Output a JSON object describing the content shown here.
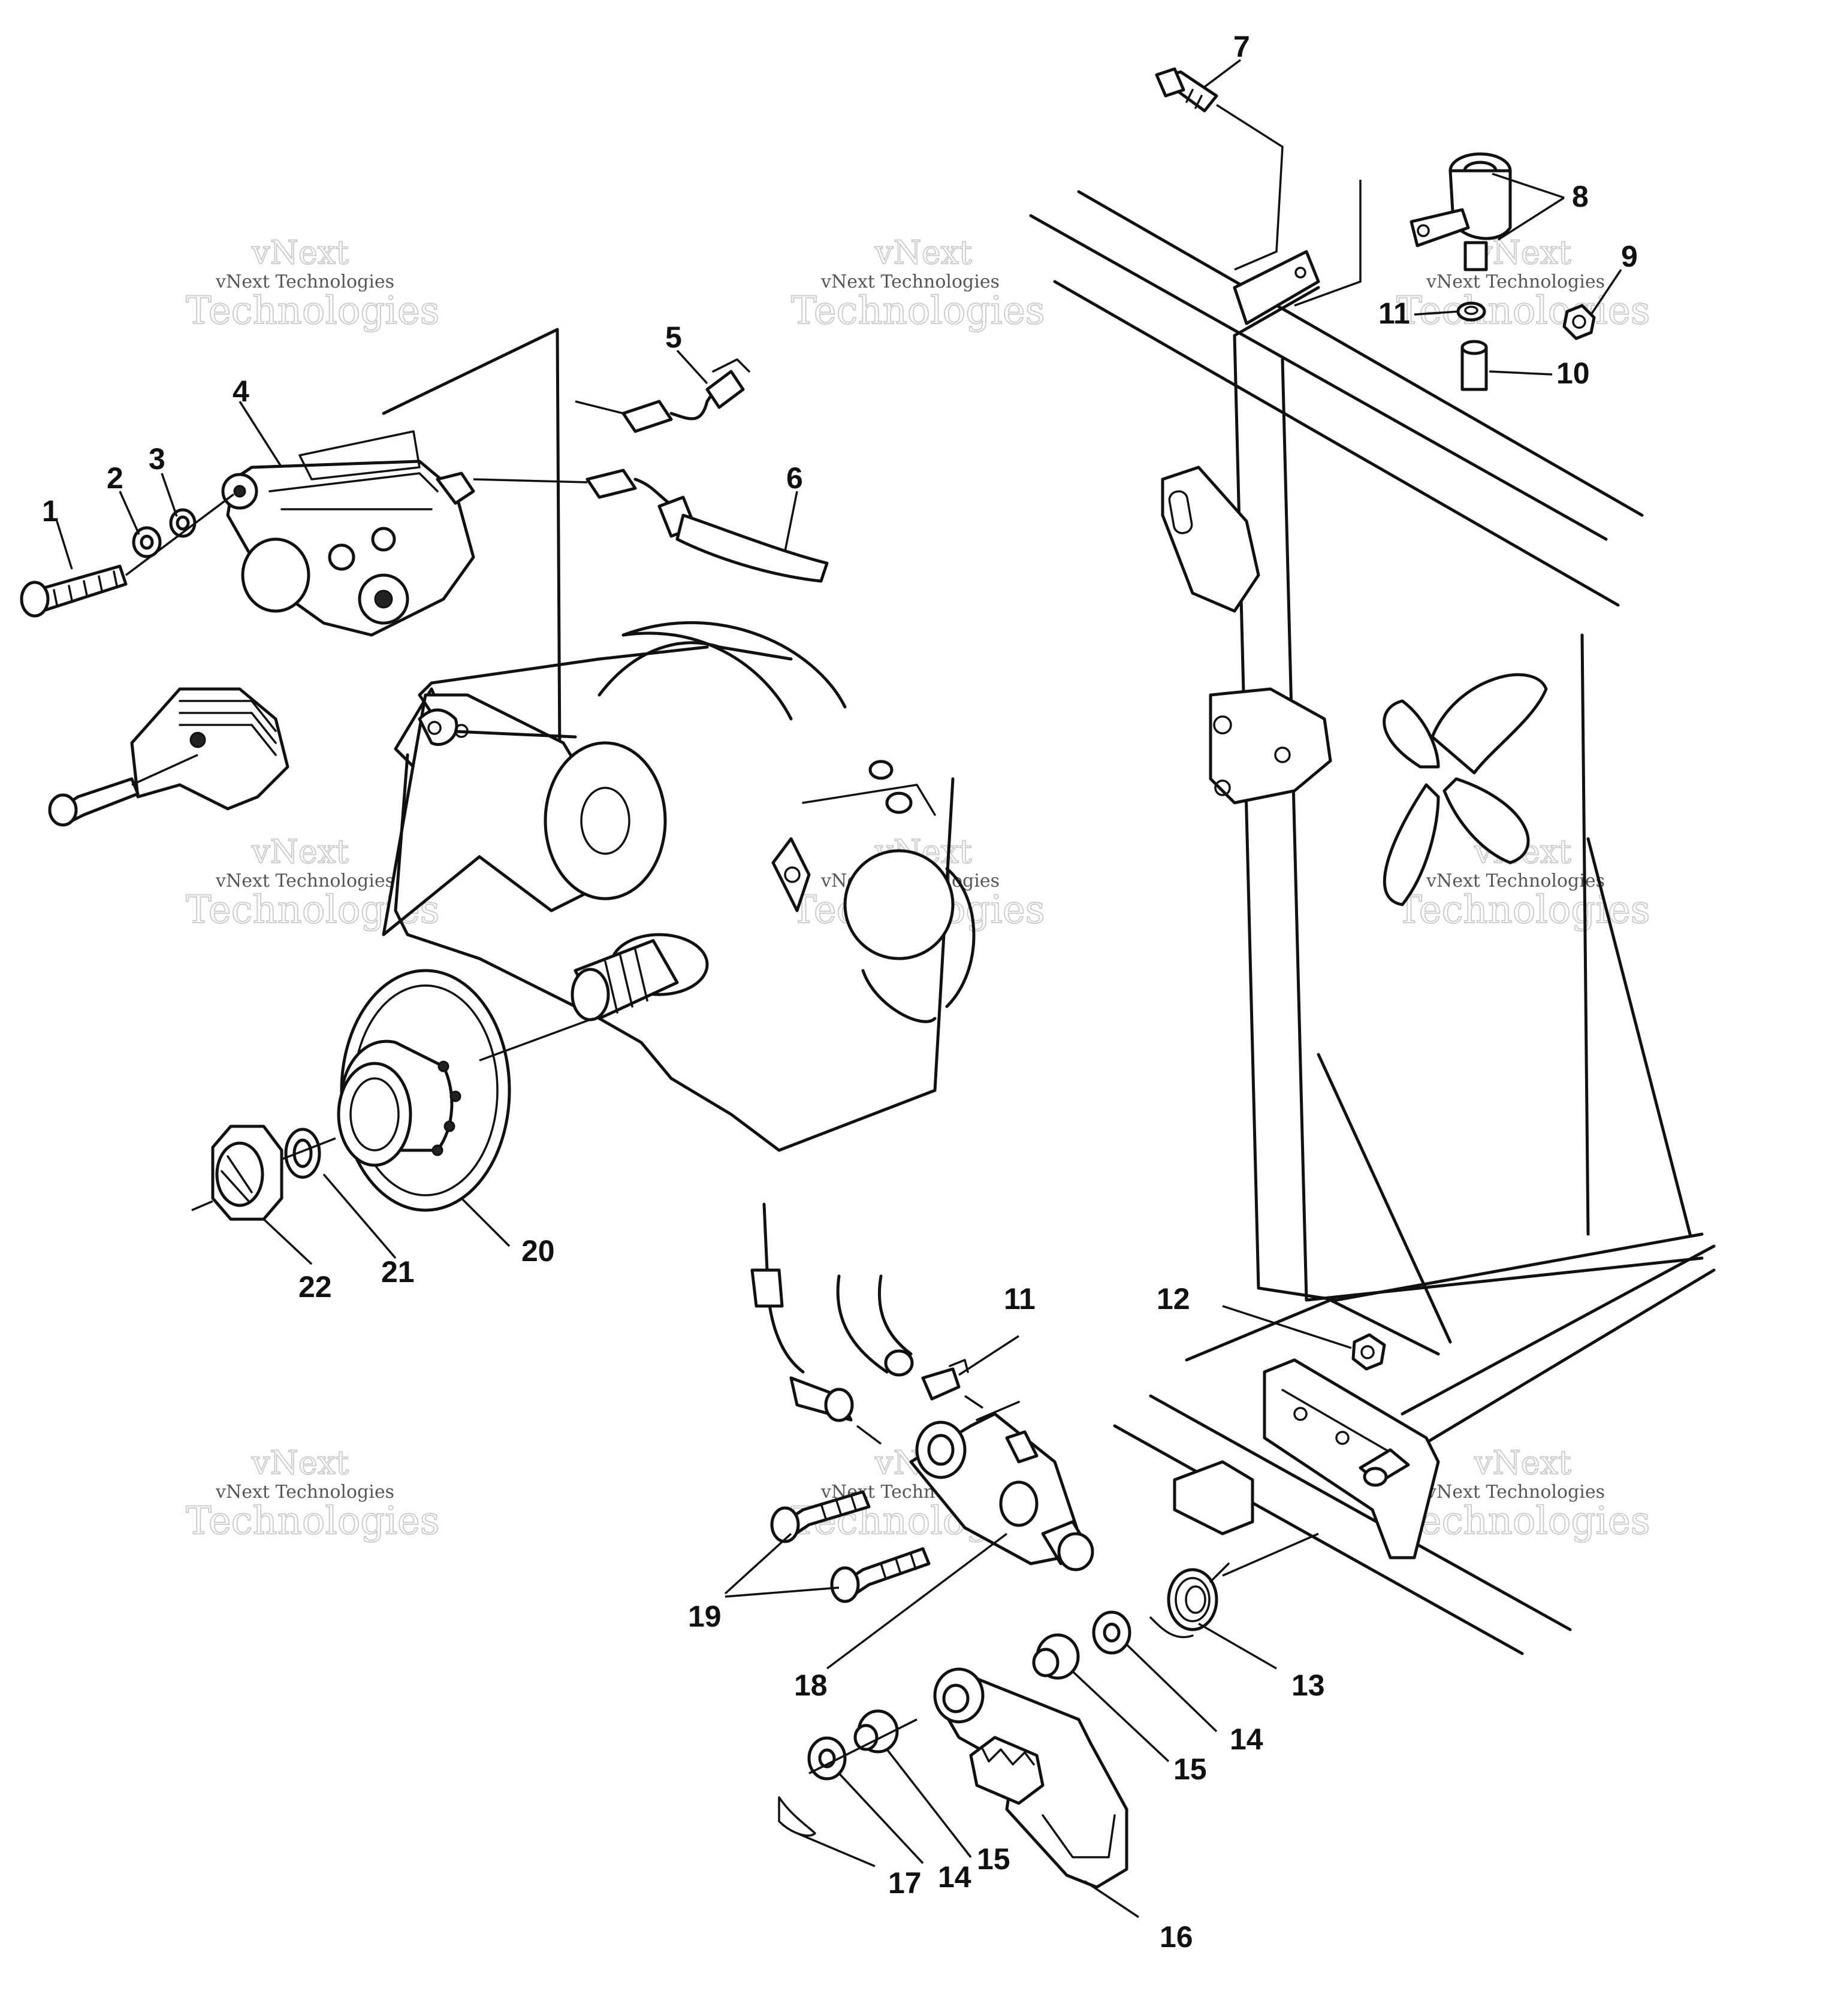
{
  "callouts": [
    {
      "label": "1"
    },
    {
      "label": "2"
    },
    {
      "label": "3"
    },
    {
      "label": "4"
    },
    {
      "label": "5"
    },
    {
      "label": "6"
    },
    {
      "label": "7"
    },
    {
      "label": "8"
    },
    {
      "label": "9"
    },
    {
      "label": "10"
    },
    {
      "label": "11"
    },
    {
      "label": "11"
    },
    {
      "label": "12"
    },
    {
      "label": "13"
    },
    {
      "label": "14"
    },
    {
      "label": "14"
    },
    {
      "label": "15"
    },
    {
      "label": "15"
    },
    {
      "label": "16"
    },
    {
      "label": "17"
    },
    {
      "label": "18"
    },
    {
      "label": "19"
    },
    {
      "label": "20"
    },
    {
      "label": "21"
    },
    {
      "label": "22"
    }
  ],
  "watermark": {
    "line1": "vNext",
    "line2": "Technologies",
    "small": "vNext Technologies"
  }
}
